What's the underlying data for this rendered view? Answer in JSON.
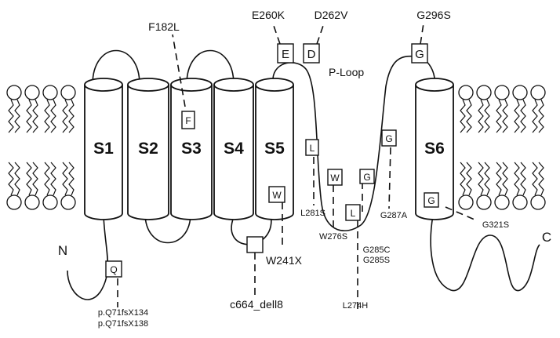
{
  "helices": [
    "S1",
    "S2",
    "S3",
    "S4",
    "S5",
    "S6"
  ],
  "termini": {
    "n": "N",
    "c": "C"
  },
  "ploop": "P-Loop",
  "mutations": {
    "e260k": "E260K",
    "d262v": "D262V",
    "g296s": "G296S",
    "f182l": "F182L",
    "l281s": "L281S",
    "w276s": "W276S",
    "g285c": "G285C",
    "g285s": "G285S",
    "g287a": "G287A",
    "g321s": "G321S",
    "w241x": "W241X",
    "c664": "c664_dell8",
    "l274h": "L274H",
    "q71_134": "p.Q71fsX134",
    "q71_138": "p.Q71fsX138"
  },
  "residues": {
    "e": "E",
    "d": "D",
    "g_top": "G",
    "f": "F",
    "l_a": "L",
    "w_a": "W",
    "g_a": "G",
    "g_b": "G",
    "l_b": "L",
    "w_b": "W",
    "g_c": "G",
    "q": "Q"
  }
}
